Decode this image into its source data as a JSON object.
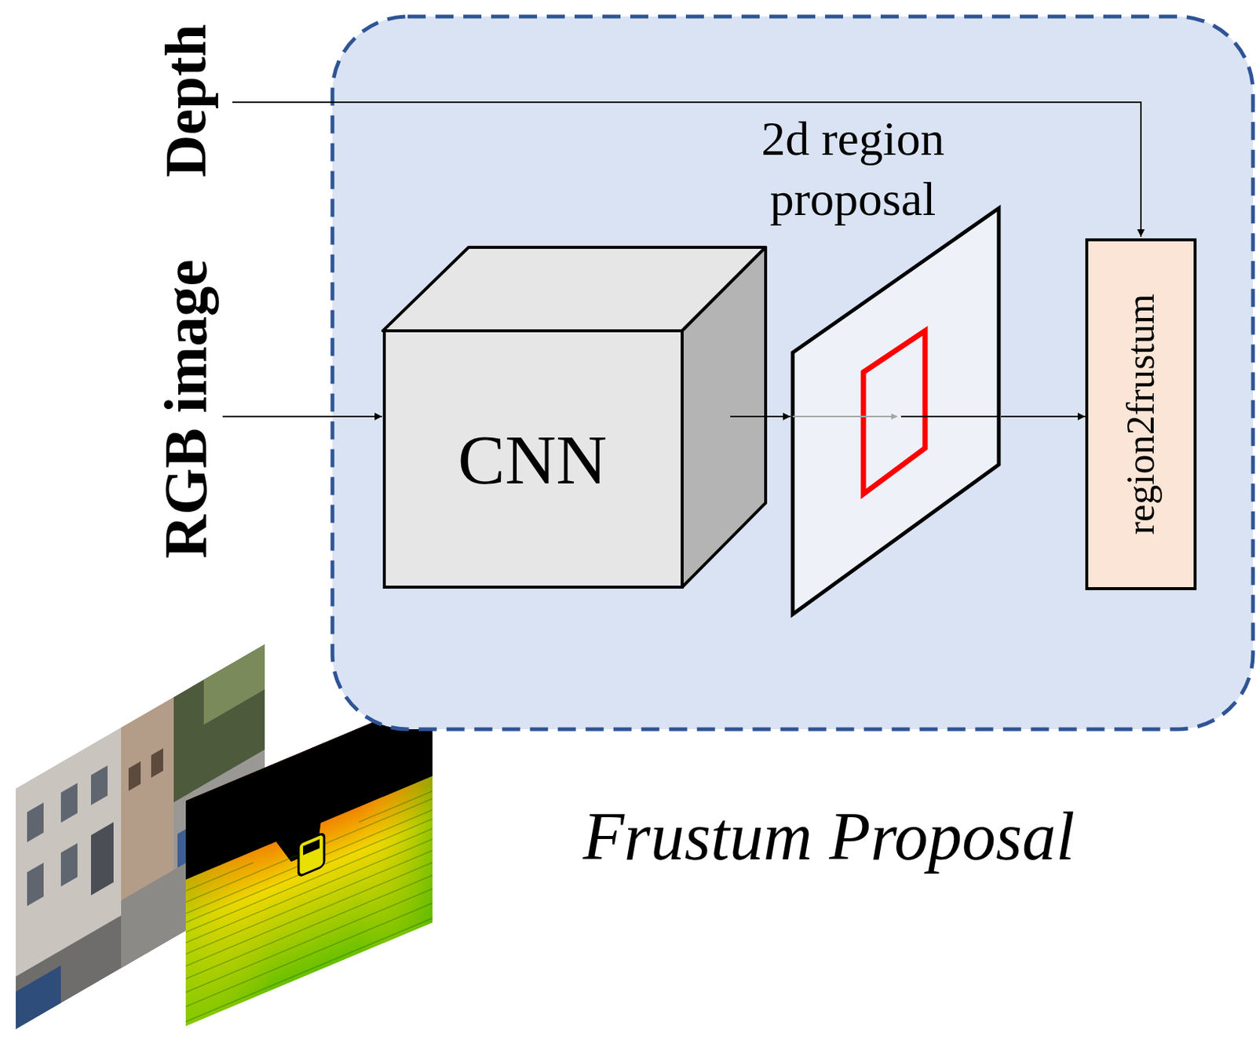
{
  "diagram": {
    "caption": "",
    "nodes": [
      {
        "text": [
          "Frustum Proposal"
        ]
      },
      {
        "text": [
          "CNN"
        ],
        "in": 0
      },
      {
        "text": [
          "2d region proposal"
        ],
        "in": 0
      },
      {
        "text": [
          "region2frustum"
        ],
        "in": 0
      }
    ],
    "edges": [
      {
        "from": 1,
        "to": 2,
        "arrow": "to"
      },
      {
        "from": 2,
        "to": 3,
        "arrow": "to"
      }
    ],
    "labels": [
      "Depth",
      "RGB image"
    ]
  }
}
